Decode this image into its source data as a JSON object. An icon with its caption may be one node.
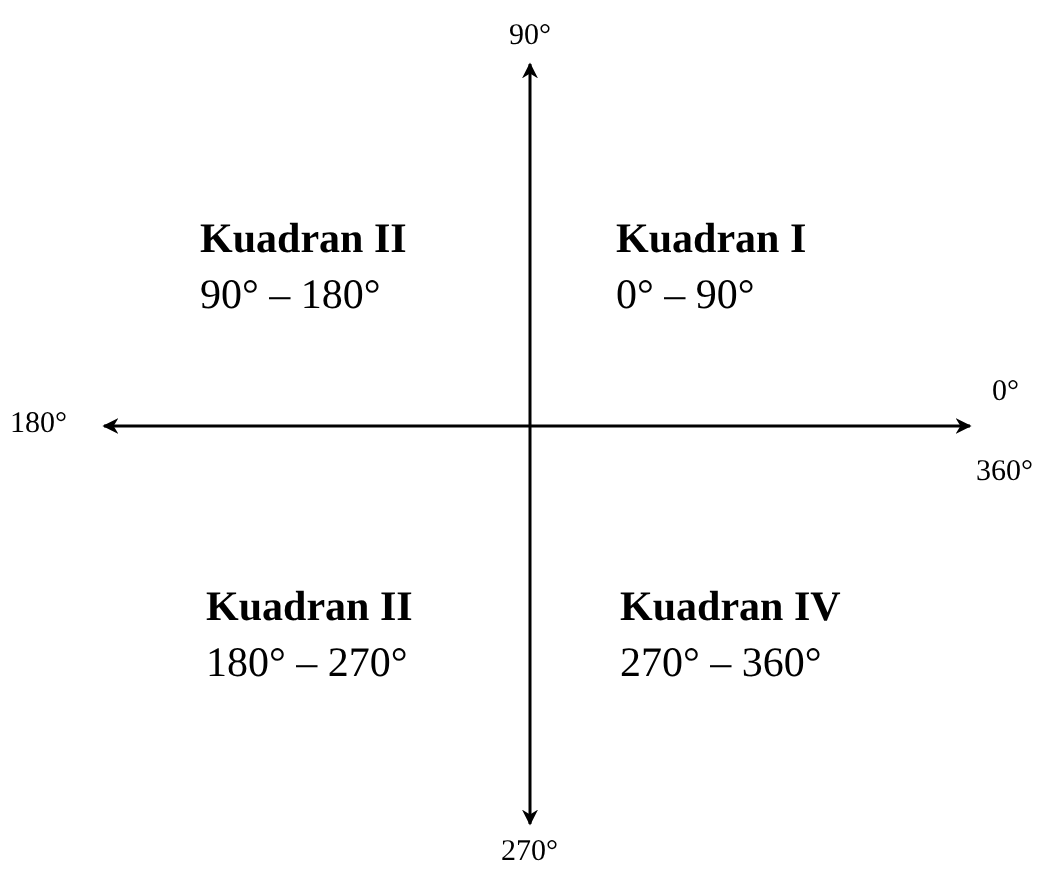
{
  "diagram": {
    "labels": [
      "90°",
      "Kuadran II",
      "90° – 180°",
      "Kuadran I",
      "0° – 90°",
      "180°",
      "0°",
      "360°",
      "Kuadran II",
      "180° – 270°",
      "Kuadran IV",
      "270° – 360°",
      "270°"
    ]
  }
}
